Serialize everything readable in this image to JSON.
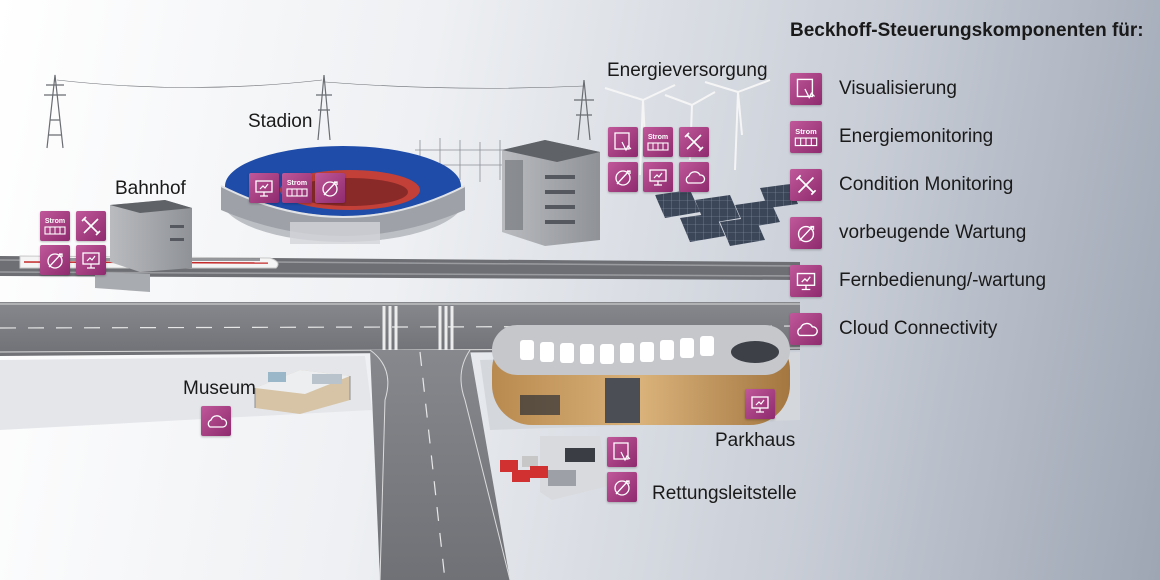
{
  "legend": {
    "title": "Beckhoff-Steuerungskomponenten für:",
    "items": [
      {
        "label": "Visualisierung",
        "icon": "visualization-icon"
      },
      {
        "label": "Energiemonitoring",
        "icon": "strom-meter-icon",
        "badge": "Strom"
      },
      {
        "label": "Condition Monitoring",
        "icon": "condition-monitoring-icon"
      },
      {
        "label": "vorbeugende Wartung",
        "icon": "preventive-maintenance-icon"
      },
      {
        "label": "Fernbedienung/-wartung",
        "icon": "remote-monitor-icon"
      },
      {
        "label": "Cloud Connectivity",
        "icon": "cloud-icon"
      }
    ]
  },
  "locations": {
    "stadion": "Stadion",
    "energie": "Energieversorgung",
    "bahnhof": "Bahnhof",
    "museum": "Museum",
    "parkhaus": "Parkhaus",
    "rettung": "Rettungsleitstelle"
  },
  "colors": {
    "icon_top": "#c0589a",
    "icon_bottom": "#8e2a6e",
    "road": "#7d7f84",
    "rail": "#5a5c60"
  }
}
